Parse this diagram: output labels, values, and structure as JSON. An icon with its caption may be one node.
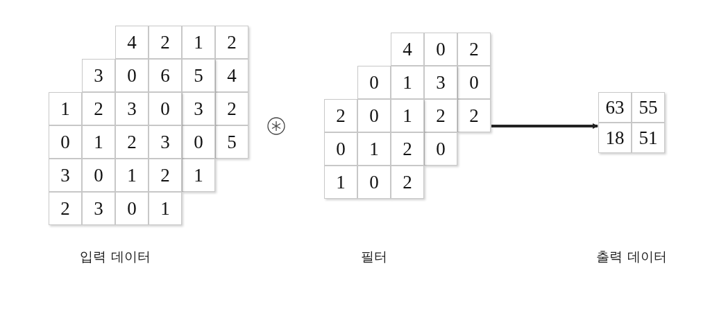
{
  "diagram": {
    "nodes": [
      {
        "text": [
          "4",
          "2",
          "1",
          "2",
          "4",
          "2",
          "5"
        ]
      },
      {
        "text": [
          "3",
          "0",
          "6",
          "5",
          "3",
          "0",
          "1"
        ]
      },
      {
        "text": [
          "1",
          "2",
          "3",
          "0",
          "0",
          "1",
          "2",
          "3",
          "3",
          "0",
          "1",
          "2",
          "2",
          "3",
          "0",
          "1"
        ]
      },
      {
        "text": [
          "4",
          "0",
          "2",
          "0",
          "2"
        ]
      },
      {
        "text": [
          "0",
          "1",
          "3",
          "2",
          "0"
        ]
      },
      {
        "text": [
          "2",
          "0",
          "1",
          "0",
          "1",
          "2",
          "1",
          "0",
          "2"
        ]
      },
      {
        "text": [
          "63",
          "55",
          "18",
          "51"
        ]
      }
    ],
    "edges": [
      {
        "from": 3,
        "to": 6,
        "arrow": "to"
      }
    ],
    "labels": [
      "입력 데이터",
      "필터",
      "출력 데이터"
    ]
  }
}
